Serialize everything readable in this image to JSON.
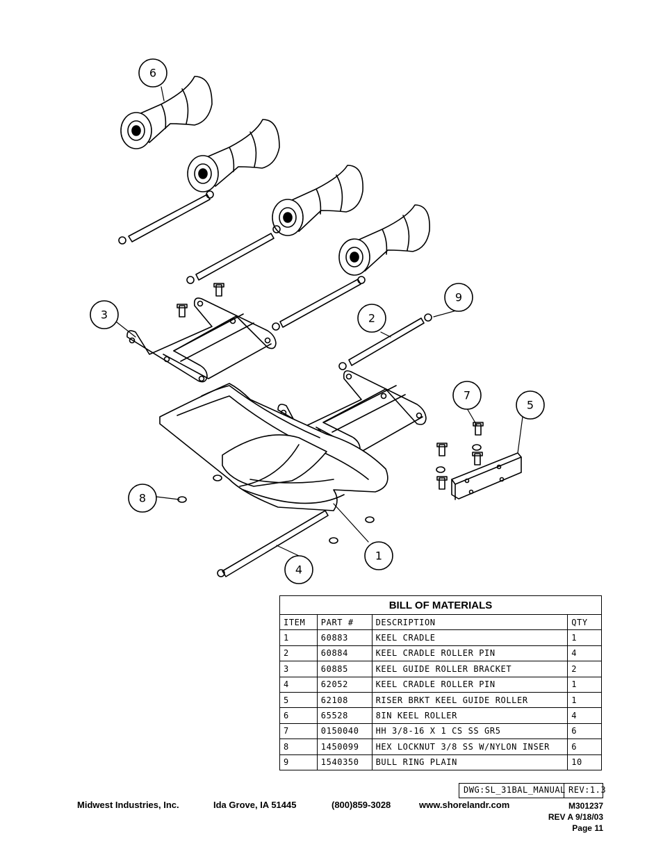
{
  "callouts": [
    "1",
    "2",
    "3",
    "4",
    "5",
    "6",
    "7",
    "8",
    "9"
  ],
  "bom": {
    "title": "BILL OF MATERIALS",
    "headers": [
      "ITEM",
      "PART #",
      "DESCRIPTION",
      "QTY"
    ],
    "rows": [
      [
        "1",
        "60883",
        "KEEL CRADLE",
        "1"
      ],
      [
        "2",
        "60884",
        "KEEL CRADLE ROLLER PIN",
        "4"
      ],
      [
        "3",
        "60885",
        "KEEL GUIDE ROLLER BRACKET",
        "2"
      ],
      [
        "4",
        "62052",
        "KEEL CRADLE ROLLER PIN",
        "1"
      ],
      [
        "5",
        "62108",
        "RISER BRKT KEEL GUIDE ROLLER",
        "1"
      ],
      [
        "6",
        "65528",
        "8IN KEEL ROLLER",
        "4"
      ],
      [
        "7",
        "0150040",
        "HH 3/8-16 X 1 CS SS GR5",
        "6"
      ],
      [
        "8",
        "1450099",
        "HEX LOCKNUT 3/8 SS W/NYLON INSER",
        "6"
      ],
      [
        "9",
        "1540350",
        "BULL RING PLAIN",
        "10"
      ]
    ]
  },
  "drawing_code": "DWG:SL_31BAL_MANUAL",
  "revision_code": "REV:1.3",
  "footer": {
    "company": "Midwest Industries, Inc.",
    "city": "Ida Grove, IA  51445",
    "phone": "(800)859-3028",
    "website": "www.shorelandr.com",
    "doc_number": "M301237",
    "revision": "REV A  9/18/03",
    "page": "Page 11"
  }
}
